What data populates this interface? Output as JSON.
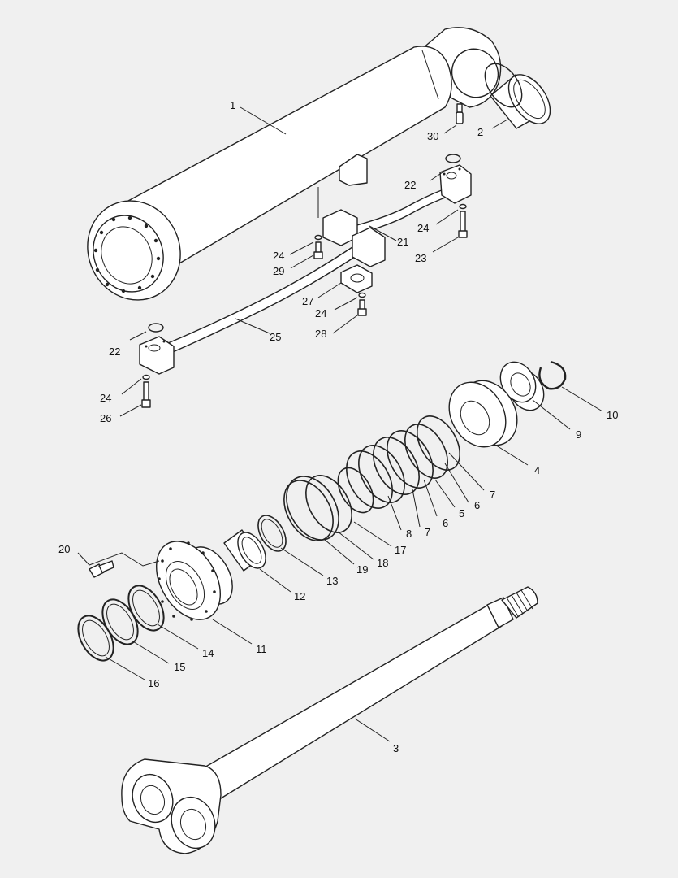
{
  "callouts": [
    {
      "id": "c1",
      "text": "1"
    },
    {
      "id": "c2",
      "text": "2"
    },
    {
      "id": "c3",
      "text": "3"
    },
    {
      "id": "c4",
      "text": "4"
    },
    {
      "id": "c5",
      "text": "5"
    },
    {
      "id": "c6a",
      "text": "6"
    },
    {
      "id": "c6b",
      "text": "6"
    },
    {
      "id": "c7a",
      "text": "7"
    },
    {
      "id": "c7b",
      "text": "7"
    },
    {
      "id": "c8",
      "text": "8"
    },
    {
      "id": "c9",
      "text": "9"
    },
    {
      "id": "c10",
      "text": "10"
    },
    {
      "id": "c11",
      "text": "11"
    },
    {
      "id": "c12",
      "text": "12"
    },
    {
      "id": "c13",
      "text": "13"
    },
    {
      "id": "c14",
      "text": "14"
    },
    {
      "id": "c15",
      "text": "15"
    },
    {
      "id": "c16",
      "text": "16"
    },
    {
      "id": "c17",
      "text": "17"
    },
    {
      "id": "c18",
      "text": "18"
    },
    {
      "id": "c19",
      "text": "19"
    },
    {
      "id": "c20",
      "text": "20"
    },
    {
      "id": "c21",
      "text": "21"
    },
    {
      "id": "c22a",
      "text": "22"
    },
    {
      "id": "c22b",
      "text": "22"
    },
    {
      "id": "c23",
      "text": "23"
    },
    {
      "id": "c24a",
      "text": "24"
    },
    {
      "id": "c24b",
      "text": "24"
    },
    {
      "id": "c24c",
      "text": "24"
    },
    {
      "id": "c24d",
      "text": "24"
    },
    {
      "id": "c25",
      "text": "25"
    },
    {
      "id": "c26",
      "text": "26"
    },
    {
      "id": "c27",
      "text": "27"
    },
    {
      "id": "c28",
      "text": "28"
    },
    {
      "id": "c29",
      "text": "29"
    },
    {
      "id": "c30",
      "text": "30"
    }
  ]
}
